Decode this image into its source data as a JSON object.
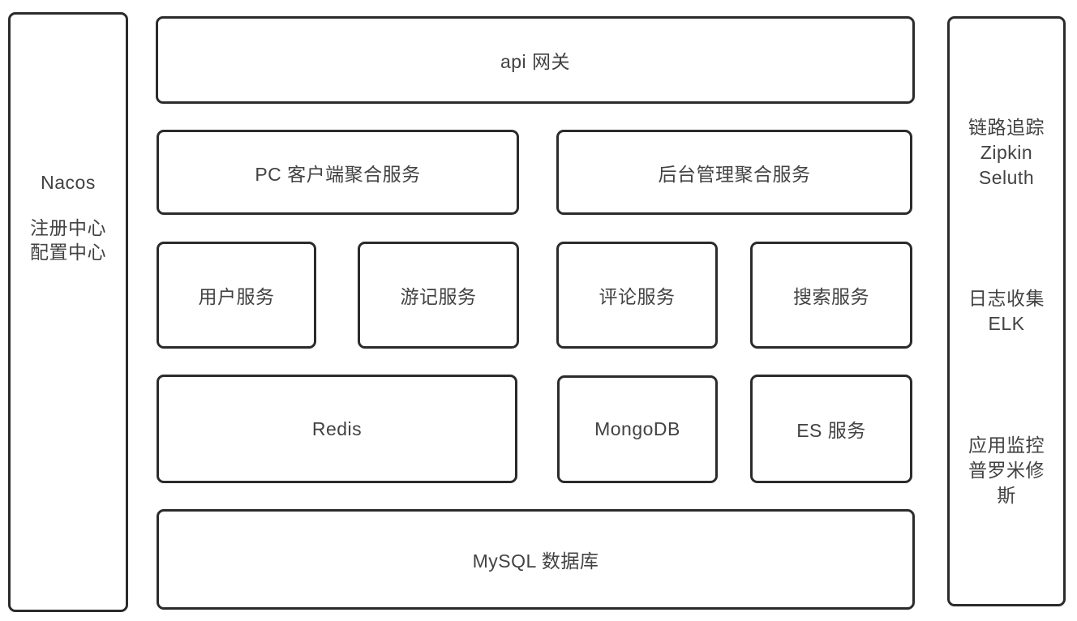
{
  "diagram": {
    "colors": {
      "background": "#ffffff",
      "border": "#2b2b2b",
      "text": "#424242"
    },
    "left_panel": {
      "title": "Nacos",
      "lines": [
        "注册中心",
        "配置中心"
      ]
    },
    "gateway": {
      "label": "api 网关"
    },
    "aggregation_row": [
      {
        "label": "PC 客户端聚合服务"
      },
      {
        "label": "后台管理聚合服务"
      }
    ],
    "service_row": [
      {
        "label": "用户服务"
      },
      {
        "label": "游记服务"
      },
      {
        "label": "评论服务"
      },
      {
        "label": "搜索服务"
      }
    ],
    "storage_row": [
      {
        "label": "Redis"
      },
      {
        "label": "MongoDB"
      },
      {
        "label": "ES 服务"
      }
    ],
    "database": {
      "label": "MySQL 数据库"
    },
    "right_panel": {
      "groups": [
        {
          "lines": [
            "链路追踪",
            "Zipkin",
            "Seluth"
          ]
        },
        {
          "lines": [
            "日志收集",
            "ELK"
          ]
        },
        {
          "lines": [
            "应用监控",
            "普罗米修",
            "斯"
          ]
        }
      ]
    }
  }
}
